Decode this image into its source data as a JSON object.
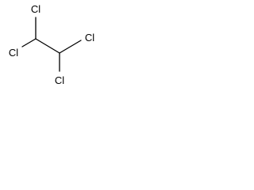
{
  "molecule": {
    "atoms": [
      {
        "id": "cl1",
        "symbol": "Cl"
      },
      {
        "id": "cl2",
        "symbol": "Cl"
      },
      {
        "id": "cl3",
        "symbol": "Cl"
      },
      {
        "id": "cl4",
        "symbol": "Cl"
      }
    ],
    "bond_color": "#000000",
    "label_color": "#000000"
  }
}
